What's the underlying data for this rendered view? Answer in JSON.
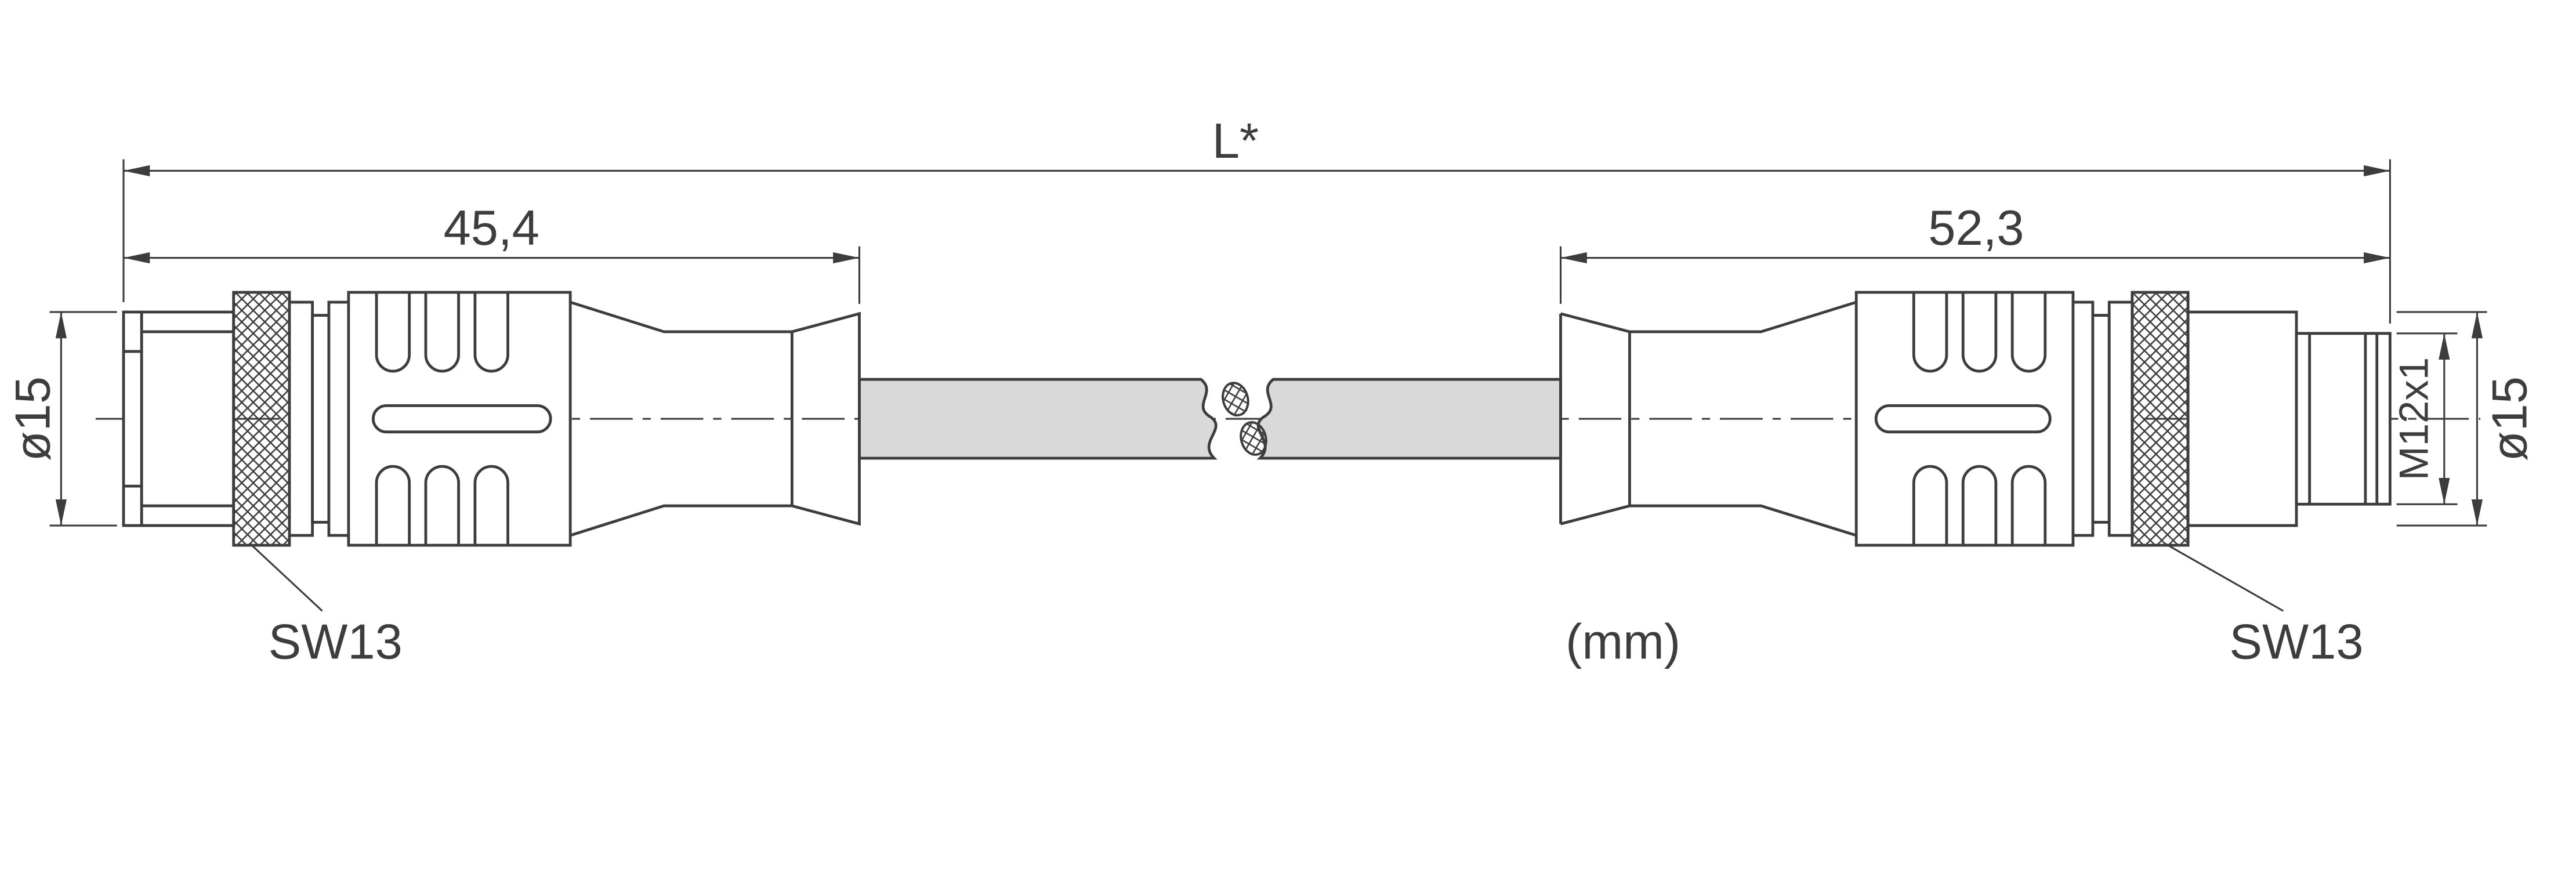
{
  "dimensions": {
    "overall_length": "L*",
    "left_connector_length": "45,4",
    "right_connector_length": "52,3",
    "left_diameter": "ø15",
    "right_diameter": "ø15",
    "thread_spec": "M12x1",
    "left_wrench_size": "SW13",
    "right_wrench_size": "SW13",
    "units": "(mm)"
  },
  "colors": {
    "line": "#3d3d3d",
    "background": "#ffffff",
    "cable_fill": "#d9d9d9"
  }
}
